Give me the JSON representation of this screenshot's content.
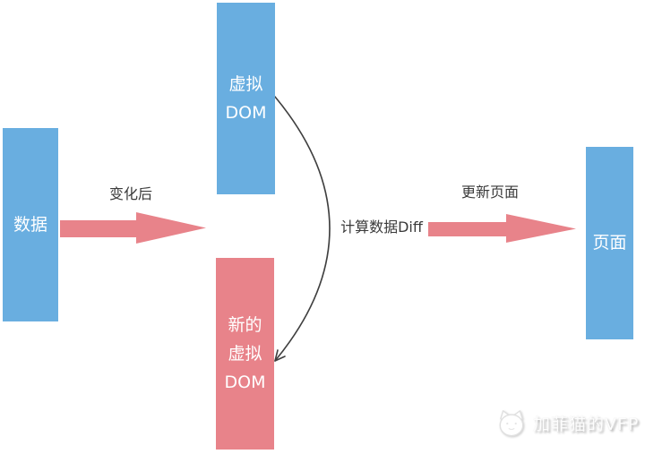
{
  "diagram": {
    "nodes": {
      "data": {
        "label": "数据"
      },
      "virtual_dom": {
        "label": "虚拟\nDOM"
      },
      "new_virtual_dom": {
        "label": "新的\n虚拟\nDOM"
      },
      "page": {
        "label": "页面"
      }
    },
    "edges": {
      "after_change": {
        "label": "变化后"
      },
      "diff": {
        "label": "计算数据Diff"
      },
      "update_page": {
        "label": "更新页面"
      }
    },
    "colors": {
      "blue": "#69aee0",
      "pink": "#e8838a",
      "arrow_pink": "#e8838a",
      "curve": "#3f3f3f"
    }
  },
  "watermark": {
    "text": "加菲猫的VFP",
    "icon": "cat-icon"
  }
}
